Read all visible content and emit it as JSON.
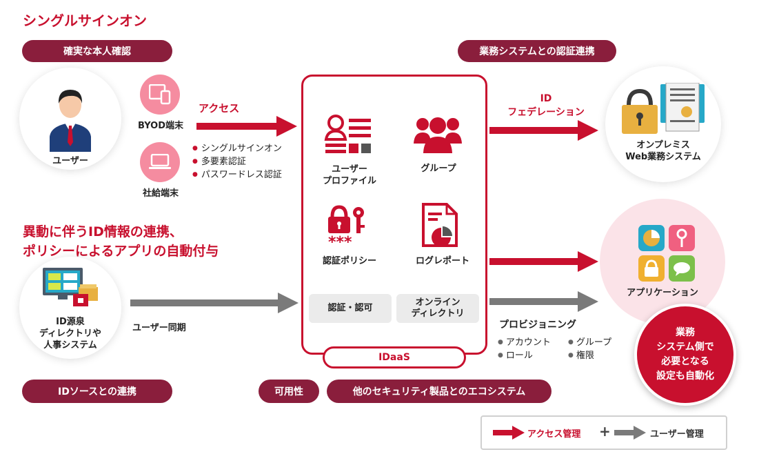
{
  "section1": {
    "title": "シングルサインオン"
  },
  "pills": {
    "identity": "確実な本人確認",
    "business_auth": "業務システムとの認証連携",
    "id_source": "IDソースとの連携",
    "availability": "可用性",
    "ecosystem": "他のセキュリティ製品とのエコシステム"
  },
  "user": {
    "label": "ユーザー"
  },
  "devices": {
    "byod": "BYOD端末",
    "company": "社給端末"
  },
  "access": {
    "label": "アクセス",
    "features": [
      "シングルサインオン",
      "多要素認証",
      "パスワードレス認証"
    ]
  },
  "section2": {
    "line1": "異動に伴うID情報の連携、",
    "line2": "ポリシーによるアプリの自動付与"
  },
  "id_source": {
    "line1": "ID源泉",
    "line2": "ディレクトリや",
    "line3": "人事システム"
  },
  "sync": {
    "label": "ユーザー同期"
  },
  "idaas": {
    "name": "IDaaS",
    "user_profile": {
      "line1": "ユーザー",
      "line2": "プロファイル"
    },
    "group": "グループ",
    "auth_policy": "認証ポリシー",
    "log_report": "ログレポート",
    "authn_authz": "認証・認可",
    "online_directory": {
      "line1": "オンライン",
      "line2": "ディレクトリ"
    }
  },
  "federation": {
    "line1": "ID",
    "line2": "フェデレーション"
  },
  "onprem": {
    "line1": "オンプレミス",
    "line2": "Web業務システム"
  },
  "application": {
    "label": "アプリケーション"
  },
  "provisioning": {
    "title": "プロビジョニング",
    "items": [
      "アカウント",
      "グループ",
      "ロール",
      "権限"
    ]
  },
  "auto_config": {
    "line1": "業務",
    "line2": "システム側で",
    "line3": "必要となる",
    "line4": "設定も自動化"
  },
  "legend": {
    "access": "アクセス管理",
    "plus": "+",
    "user": "ユーザー管理"
  },
  "colors": {
    "accent": "#c8102e",
    "pill": "#8a1e3c",
    "gray_arrow": "#7a7a7a",
    "pink_device": "#f58ca0"
  },
  "icons": [
    "user-icon",
    "tablet-phone-icon",
    "laptop-icon",
    "profile-card-icon",
    "group-icon",
    "password-lock-icon",
    "report-icon",
    "lock-document-icon",
    "app-tiles-icon",
    "directory-screen-icon"
  ]
}
